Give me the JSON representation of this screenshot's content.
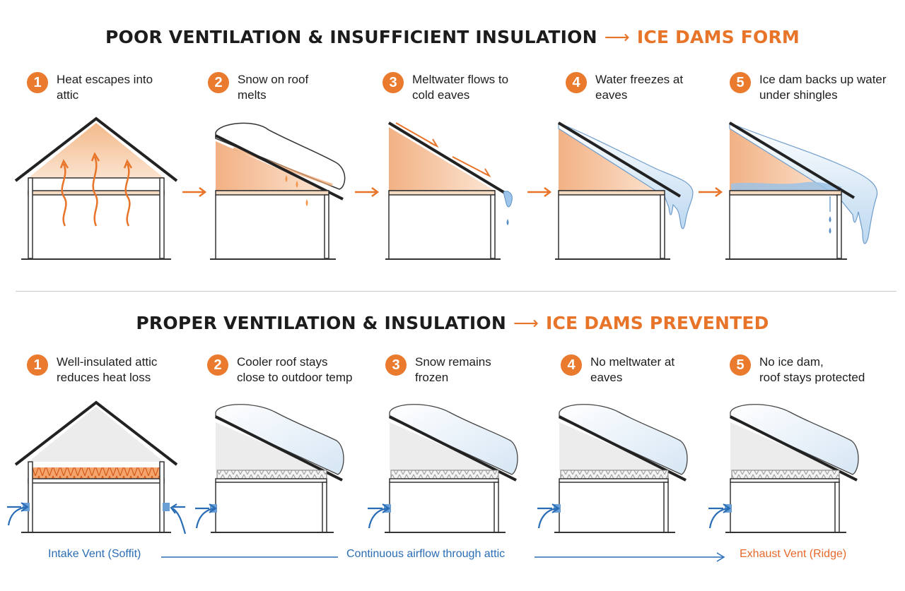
{
  "top_section": {
    "title_prefix": "POOR VENTILATION & INSUFFICIENT INSULATION",
    "arrow": "⟶",
    "title_highlight": "ICE DAMS FORM",
    "steps": [
      {
        "number": "1",
        "line1": "Heat escapes into",
        "line2": "attic"
      },
      {
        "number": "2",
        "line1": "Snow on roof",
        "line2": "melts"
      },
      {
        "number": "3",
        "line1": "Meltwater flows to",
        "line2": "cold eaves"
      },
      {
        "number": "4",
        "line1": "Water freezes at",
        "line2": "eaves"
      },
      {
        "number": "5",
        "line1": "Ice dam backs up water",
        "line2": "under shingles"
      }
    ]
  },
  "bottom_section": {
    "title_prefix": "PROPER VENTILATION & INSULATION",
    "arrow": "⟶",
    "title_highlight": "ICE DAMS PREVENTED",
    "steps": [
      {
        "number": "1",
        "line1": "Well-insulated attic",
        "line2": "reduces heat loss"
      },
      {
        "number": "2",
        "line1": "Cooler roof stays",
        "line2": "close to outdoor temp"
      },
      {
        "number": "3",
        "line1": "Snow remains",
        "line2": "frozen"
      },
      {
        "number": "4",
        "line1": "No meltwater at",
        "line2": "eaves"
      },
      {
        "number": "5",
        "line1": "No ice dam,",
        "line2": "roof stays protected"
      }
    ]
  },
  "airflow": {
    "intake_label": "Intake Vent (Soffit)",
    "middle_label": "Continuous airflow through attic",
    "exhaust_label": "Exhaust Vent (Ridge)"
  },
  "colors": {
    "accent_orange": "#ea7a2d",
    "water_blue": "#7fb3e0",
    "airflow_blue": "#2a6db5",
    "attic_warm": "#f6c9a3",
    "attic_cool": "#ececec"
  }
}
